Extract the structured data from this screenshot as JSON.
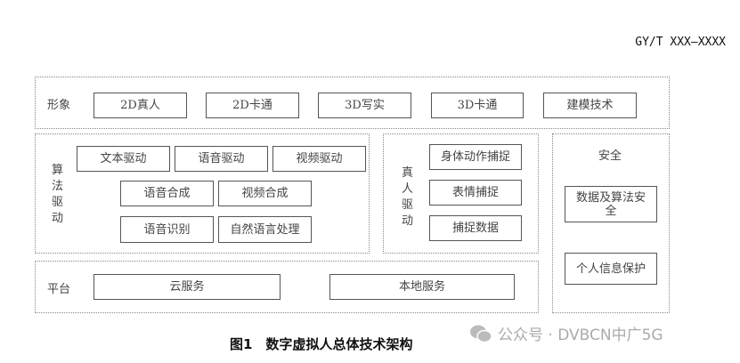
{
  "header": "GY/T XXX—XXXX",
  "image_row": {
    "label": "形象",
    "items": [
      "2D真人",
      "2D卡通",
      "3D写实",
      "3D卡通",
      "建模技术"
    ]
  },
  "algorithm": {
    "label": "算法驱动",
    "items": [
      "文本驱动",
      "语音驱动",
      "视频驱动",
      "语音合成",
      "视频合成",
      "语音识别",
      "自然语言处理"
    ]
  },
  "human": {
    "label": "真人驱动",
    "items": [
      "身体动作捕捉",
      "表情捕捉",
      "捕捉数据"
    ]
  },
  "security": {
    "label": "安全",
    "items": [
      "数据及算法安全",
      "个人信息保护"
    ]
  },
  "platform": {
    "label": "平台",
    "items": [
      "云服务",
      "本地服务"
    ]
  },
  "caption": "图1　数字虚拟人总体技术架构",
  "watermark": "公众号 · DVBCN中广5G"
}
